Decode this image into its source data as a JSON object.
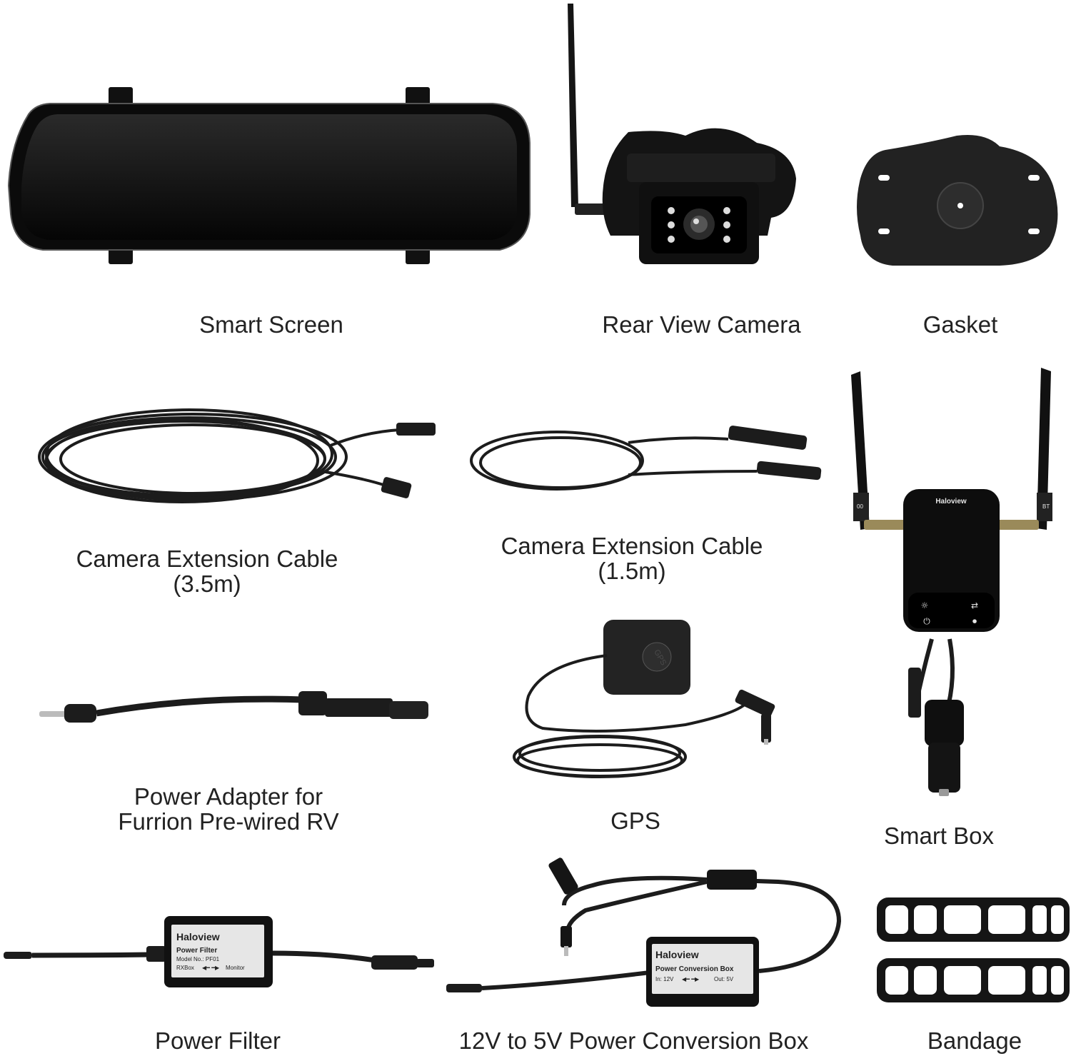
{
  "items": [
    {
      "id": "smart-screen",
      "lines": [
        "Smart Screen"
      ]
    },
    {
      "id": "rear-view-camera",
      "lines": [
        "Rear View Camera"
      ]
    },
    {
      "id": "gasket",
      "lines": [
        "Gasket"
      ]
    },
    {
      "id": "camera-extension-cable-35",
      "lines": [
        "Camera Extension Cable",
        "(3.5m)"
      ]
    },
    {
      "id": "camera-extension-cable-15",
      "lines": [
        "Camera Extension Cable",
        "(1.5m)"
      ]
    },
    {
      "id": "power-adapter",
      "lines": [
        "Power Adapter for",
        "Furrion Pre-wired RV"
      ]
    },
    {
      "id": "gps",
      "lines": [
        "GPS"
      ]
    },
    {
      "id": "smart-box",
      "lines": [
        "Smart Box"
      ]
    },
    {
      "id": "power-filter",
      "lines": [
        "Power Filter"
      ]
    },
    {
      "id": "power-conversion-box",
      "lines": [
        "12V to 5V Power Conversion Box"
      ]
    },
    {
      "id": "bandage",
      "lines": [
        "Bandage"
      ]
    }
  ],
  "device_text": {
    "brand": "Haloview",
    "gps_mark": "GPS",
    "filter_name": "Power Filter",
    "filter_model": "Model No.: PF01",
    "filter_route_from": "RXBox",
    "filter_route_to": "Monitor",
    "conv_name": "Power Conversion Box",
    "conv_in": "In: 12V",
    "conv_out": "Out: 5V",
    "box_left_tag": "00",
    "box_right_tag": "BT"
  },
  "colors": {
    "device": "#141414",
    "cable": "#1c1c1c",
    "label_plate": "#e6e6e6",
    "background": "#ffffff"
  },
  "icons": [
    "power-icon",
    "brightness-icon",
    "switch-icon",
    "record-icon"
  ]
}
